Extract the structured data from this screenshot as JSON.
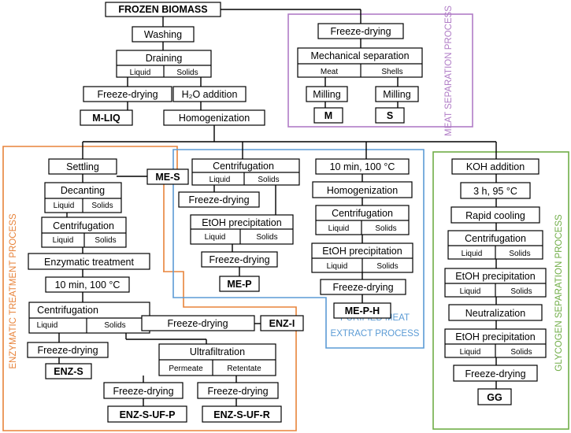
{
  "colors": {
    "meat_separation": "#b07cc6",
    "enzymatic": "#e8833a",
    "purified": "#5b9bd5",
    "glycogen": "#70ad47"
  },
  "regions": {
    "meat_separation": "MEAT SEPARATION PROCESS",
    "enzymatic": "ENZYMATIC TREATMENT PROCESS",
    "purified": "PURIFIED MEAT EXTRACT PROCESS",
    "glycogen": "GLYCOGEN SEPARATION PROCESS"
  },
  "nodes": {
    "frozen_biomass": "FROZEN BIOMASS",
    "washing": "Washing",
    "draining": "Draining",
    "draining_liquid": "Liquid",
    "draining_solids": "Solids",
    "fd_liq": "Freeze-drying",
    "h2o_addition": "H₂O addition",
    "m_liq": "M-LIQ",
    "homogenization": "Homogenization",
    "ms_freeze_drying": "Freeze-drying",
    "mech_separation": "Mechanical separation",
    "mech_meat": "Meat",
    "mech_shells": "Shells",
    "milling_m": "Milling",
    "milling_s": "Milling",
    "m": "M",
    "s": "S",
    "settling": "Settling",
    "me_s": "ME-S",
    "decanting": "Decanting",
    "decanting_liquid": "Liquid",
    "decanting_solids": "Solids",
    "enz_centrifugation_1": "Centrifugation",
    "enz_centrifugation_1_liquid": "Liquid",
    "enz_centrifugation_1_solids": "Solids",
    "enzymatic_treatment": "Enzymatic treatment",
    "enz_heat": "10 min, 100 °C",
    "enz_centrifugation_2": "Centrifugation",
    "enz_centrifugation_2_liquid": "Liquid",
    "enz_centrifugation_2_solids": "Solids",
    "enz_fd_solids": "Freeze-drying",
    "enz_i": "ENZ-I",
    "enz_fd_liquid": "Freeze-drying",
    "enz_s": "ENZ-S",
    "ultrafiltration": "Ultrafiltration",
    "uf_permeate": "Permeate",
    "uf_retentate": "Retentate",
    "fd_permeate": "Freeze-drying",
    "fd_retentate": "Freeze-drying",
    "enz_s_uf_p": "ENZ-S-UF-P",
    "enz_s_uf_r": "ENZ-S-UF-R",
    "me_centrifugation": "Centrifugation",
    "me_centrifugation_liquid": "Liquid",
    "me_centrifugation_solids": "Solids",
    "me_fd_1": "Freeze-drying",
    "me_etoh": "EtOH precipitation",
    "me_etoh_liquid": "Liquid",
    "me_etoh_solids": "Solids",
    "me_fd_2": "Freeze-drying",
    "me_p": "ME-P",
    "meh_heat": "10 min, 100 °C",
    "meh_homogenization": "Homogenization",
    "meh_centrifugation": "Centrifugation",
    "meh_centrifugation_liquid": "Liquid",
    "meh_centrifugation_solids": "Solids",
    "meh_etoh": "EtOH precipitation",
    "meh_etoh_liquid": "Liquid",
    "meh_etoh_solids": "Solids",
    "meh_fd": "Freeze-drying",
    "me_p_h": "ME-P-H",
    "koh_addition": "KOH addition",
    "gg_heat": "3 h, 95 °C",
    "rapid_cooling": "Rapid cooling",
    "gg_centrifugation": "Centrifugation",
    "gg_centrifugation_liquid": "Liquid",
    "gg_centrifugation_solids": "Solids",
    "gg_etoh_1": "EtOH precipitation",
    "gg_etoh_1_liquid": "Liquid",
    "gg_etoh_1_solids": "Solids",
    "neutralization": "Neutralization",
    "gg_etoh_2": "EtOH precipitation",
    "gg_etoh_2_liquid": "Liquid",
    "gg_etoh_2_solids": "Solids",
    "gg_fd": "Freeze-drying",
    "gg": "GG"
  }
}
